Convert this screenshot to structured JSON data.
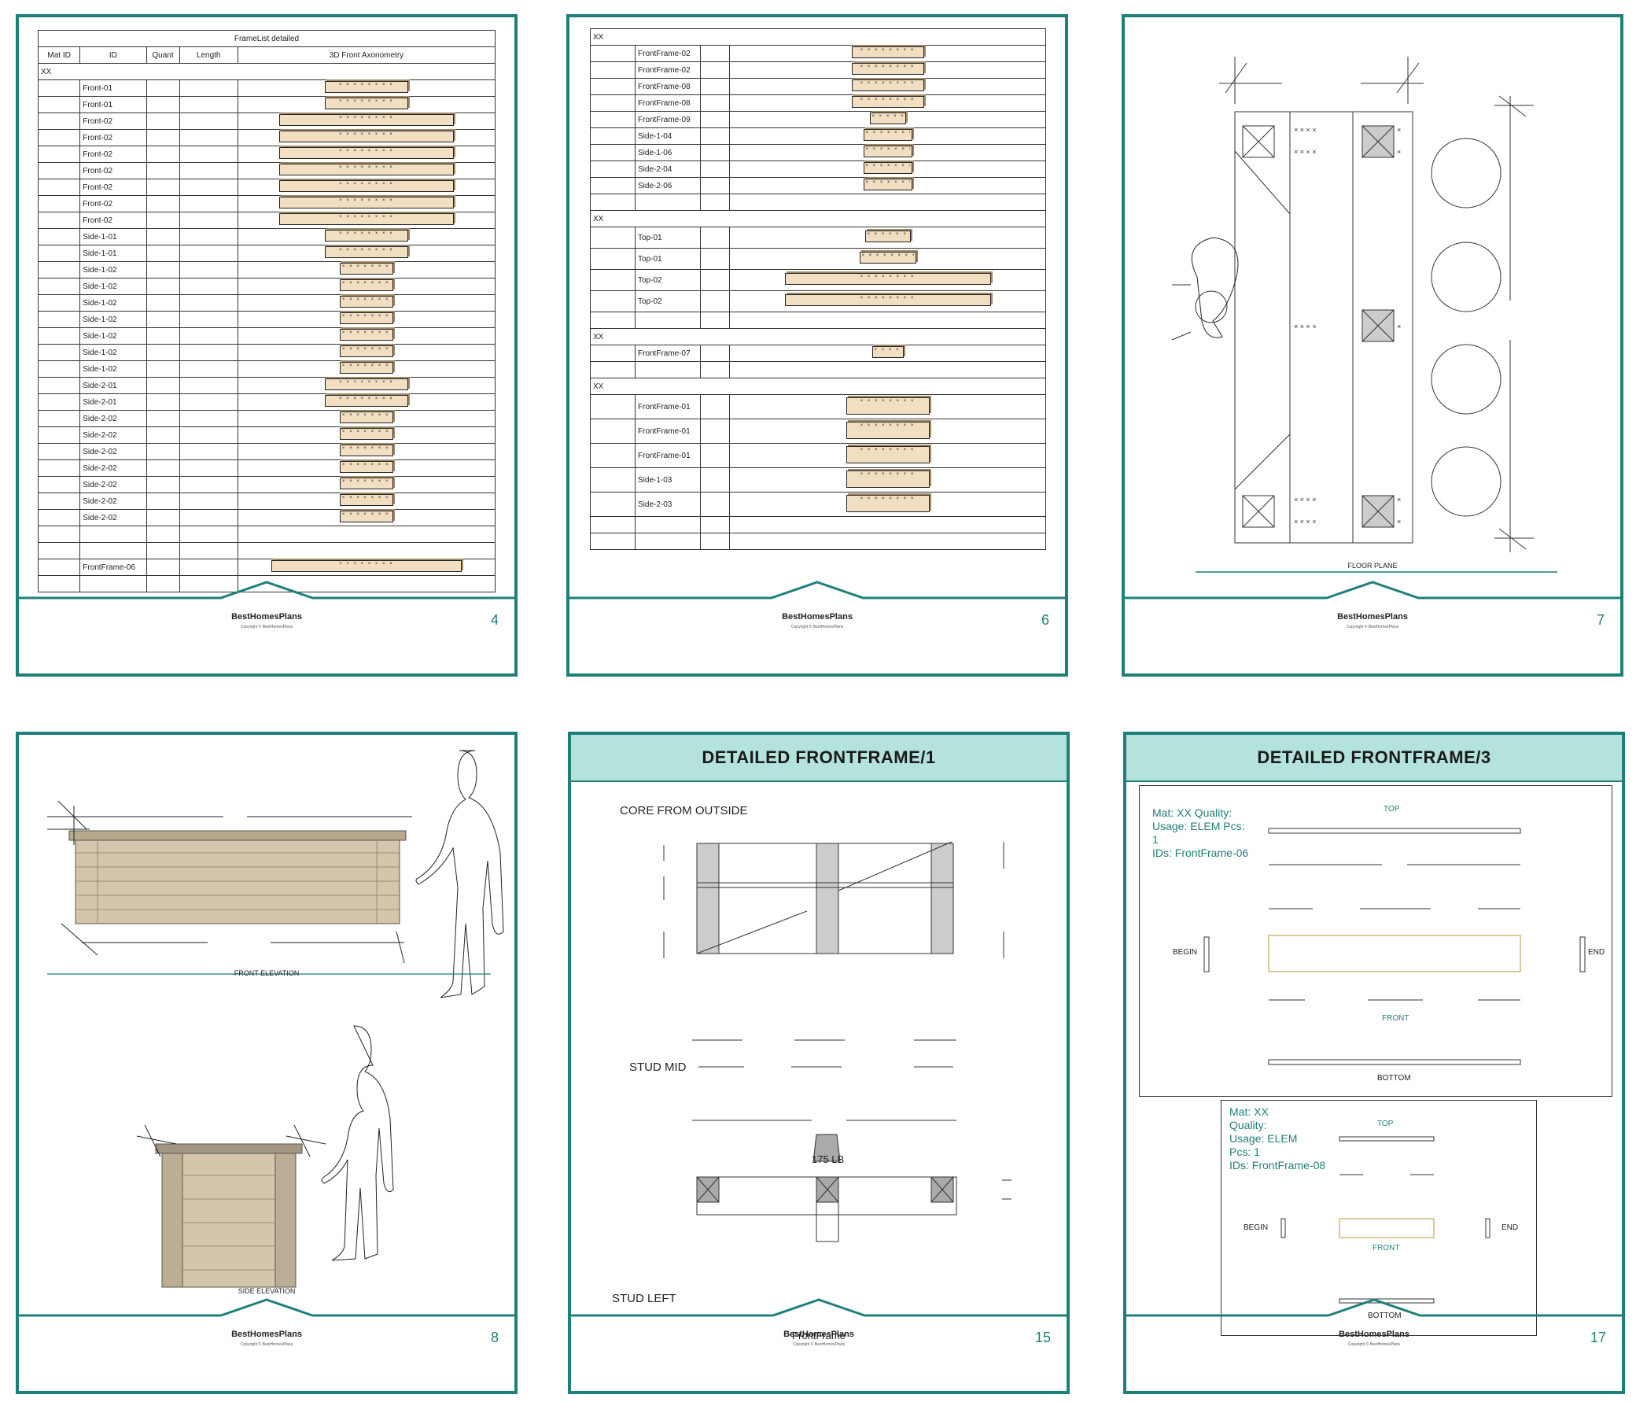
{
  "brand": "BestHomesPlans",
  "copyright": "Copyright © BestHomesPlans",
  "pages": [
    {
      "number": "4"
    },
    {
      "number": "6"
    },
    {
      "number": "7"
    },
    {
      "number": "8"
    },
    {
      "number": "15"
    },
    {
      "number": "17"
    }
  ],
  "p4": {
    "title": "FrameList detailed",
    "headers": [
      "Mat ID",
      "ID",
      "Quant",
      "Length",
      "3D Front Axonometry"
    ],
    "group": "XX",
    "rows": [
      "Front-01",
      "Front-01",
      "Front-02",
      "Front-02",
      "Front-02",
      "Front-02",
      "Front-02",
      "Front-02",
      "Front-02",
      "Side-1-01",
      "Side-1-01",
      "Side-1-02",
      "Side-1-02",
      "Side-1-02",
      "Side-1-02",
      "Side-1-02",
      "Side-1-02",
      "Side-1-02",
      "Side-2-01",
      "Side-2-01",
      "Side-2-02",
      "Side-2-02",
      "Side-2-02",
      "Side-2-02",
      "Side-2-02",
      "Side-2-02",
      "Side-2-02"
    ],
    "last_row": "FrontFrame-06"
  },
  "p6": {
    "group1": "XX",
    "rows1": [
      "FrontFrame-02",
      "FrontFrame-02",
      "FrontFrame-08",
      "FrontFrame-08",
      "FrontFrame-09",
      "Side-1-04",
      "Side-1-06",
      "Side-2-04",
      "Side-2-06"
    ],
    "group2": "XX",
    "rows2": [
      "Top-01",
      "Top-01",
      "Top-02",
      "Top-02"
    ],
    "group3": "XX",
    "rows3": [
      "FrontFrame-07"
    ],
    "group4": "XX",
    "rows4": [
      "FrontFrame-01",
      "FrontFrame-01",
      "FrontFrame-01",
      "Side-1-03",
      "Side-2-03"
    ]
  },
  "p7": {
    "caption": "FLOOR PLANE"
  },
  "p8": {
    "front_caption": "FRONT ELEVATION",
    "side_caption": "SIDE ELEVATION"
  },
  "p15": {
    "title": "DETAILED FRONTFRAME/1",
    "core": "CORE FROM OUTSIDE",
    "stud_mid": "STUD MID",
    "load": "175 LB",
    "stud_left": "STUD LEFT",
    "caption": "FrontFrame"
  },
  "p17": {
    "title": "DETAILED FRONTFRAME/3",
    "box1": {
      "info": "Mat: XX Quality:\nUsage: ELEM Pcs:\n1\nIDs: FrontFrame-06",
      "top": "TOP",
      "front": "FRONT",
      "bottom": "BOTTOM",
      "begin": "BEGIN",
      "end": "END"
    },
    "box2": {
      "info": "Mat: XX\nQuality:\nUsage: ELEM\nPcs: 1\nIDs: FrontFrame-08",
      "top": "TOP",
      "front": "FRONT",
      "bottom": "BOTTOM",
      "begin": "BEGIN",
      "end": "END"
    }
  }
}
